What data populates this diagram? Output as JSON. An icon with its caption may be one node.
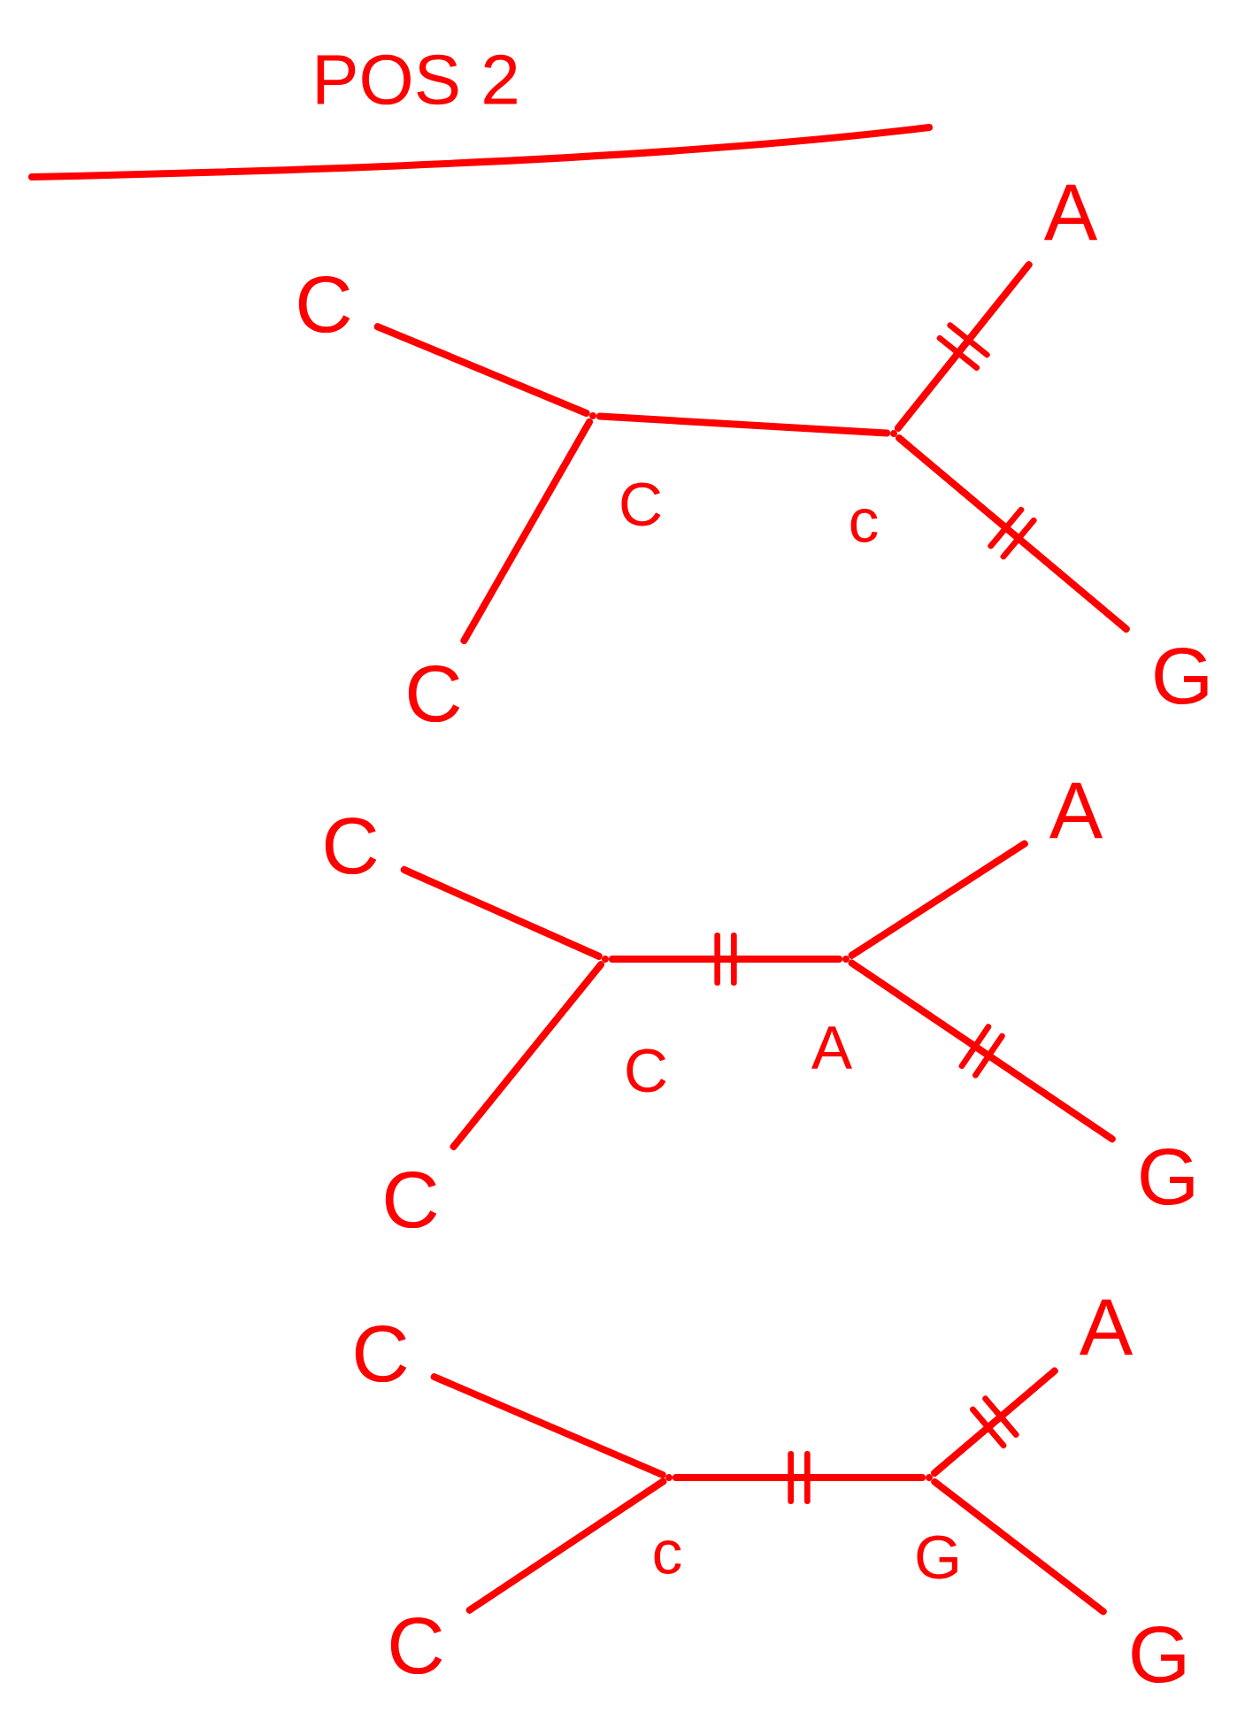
{
  "diagram": {
    "title": "POS 2",
    "nodes": [
      {
        "text": [
          "C"
        ]
      },
      {
        "text": [
          "C"
        ]
      },
      {
        "text": [],
        "shape": "point",
        "beside": [
          "C"
        ]
      },
      {
        "text": [],
        "shape": "point",
        "beside": [
          "c"
        ]
      },
      {
        "text": [
          "A"
        ]
      },
      {
        "text": [
          "G"
        ]
      },
      {
        "text": [
          "C"
        ]
      },
      {
        "text": [
          "C"
        ]
      },
      {
        "text": [],
        "shape": "point",
        "beside": [
          "C"
        ]
      },
      {
        "text": [],
        "shape": "point",
        "beside": [
          "A"
        ]
      },
      {
        "text": [
          "A"
        ]
      },
      {
        "text": [
          "G"
        ]
      },
      {
        "text": [
          "C"
        ]
      },
      {
        "text": [
          "C"
        ]
      },
      {
        "text": [],
        "shape": "point",
        "beside": [
          "c"
        ]
      },
      {
        "text": [],
        "shape": "point",
        "beside": [
          "G"
        ]
      },
      {
        "text": [
          "A"
        ]
      },
      {
        "text": [
          "G"
        ]
      }
    ],
    "edges": [
      {
        "from": 0,
        "to": 2,
        "arrow": "none"
      },
      {
        "from": 1,
        "to": 2,
        "arrow": "none"
      },
      {
        "from": 2,
        "to": 3,
        "arrow": "none"
      },
      {
        "from": 3,
        "to": 4,
        "arrow": "none"
      },
      {
        "from": 3,
        "to": 5,
        "arrow": "none"
      },
      {
        "from": 6,
        "to": 8,
        "arrow": "none"
      },
      {
        "from": 7,
        "to": 8,
        "arrow": "none"
      },
      {
        "from": 8,
        "to": 9,
        "arrow": "none"
      },
      {
        "from": 9,
        "to": 10,
        "arrow": "none"
      },
      {
        "from": 9,
        "to": 11,
        "arrow": "none"
      },
      {
        "from": 12,
        "to": 14,
        "arrow": "none"
      },
      {
        "from": 13,
        "to": 14,
        "arrow": "none"
      },
      {
        "from": 14,
        "to": 15,
        "arrow": "none"
      },
      {
        "from": 15,
        "to": 16,
        "arrow": "none"
      },
      {
        "from": 15,
        "to": 17,
        "arrow": "none"
      }
    ]
  }
}
